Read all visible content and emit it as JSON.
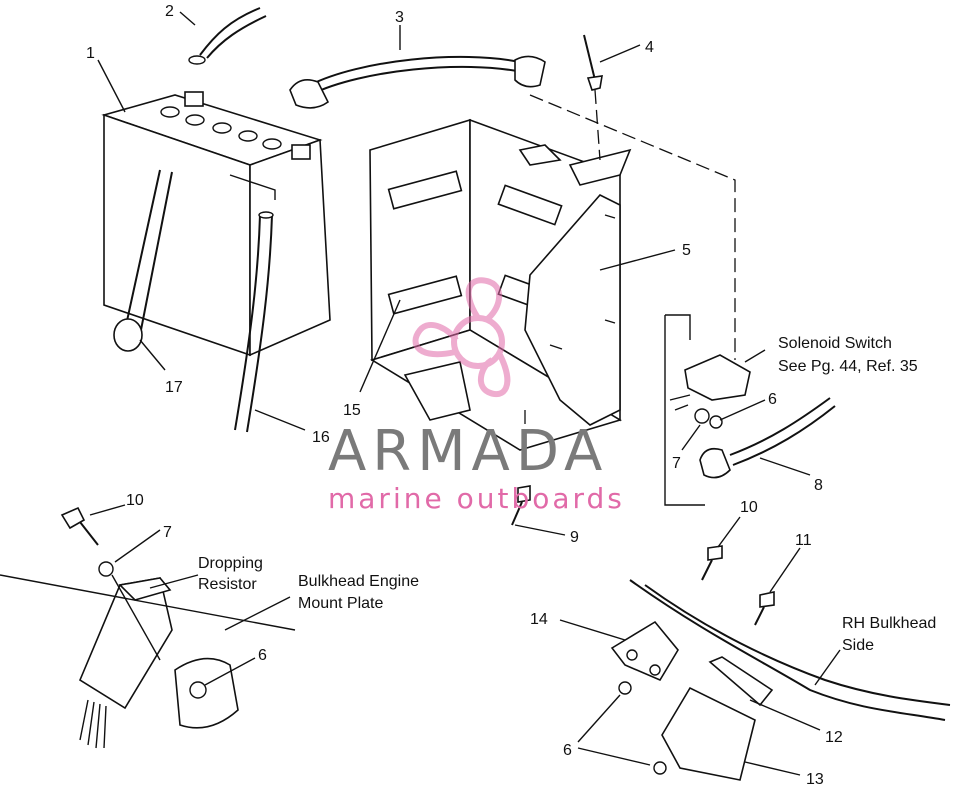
{
  "callouts": {
    "c1": "1",
    "c2": "2",
    "c3": "3",
    "c4": "4",
    "c5": "5",
    "c6a": "6",
    "c6b": "6",
    "c6c": "6",
    "c7a": "7",
    "c7b": "7",
    "c8": "8",
    "c9": "9",
    "c10a": "10",
    "c10b": "10",
    "c11": "11",
    "c12": "12",
    "c13": "13",
    "c14": "14",
    "c15": "15",
    "c16": "16",
    "c17": "17"
  },
  "notes": {
    "solenoid_line1": "Solenoid Switch",
    "solenoid_line2": "See Pg. 44, Ref. 35",
    "dropping_line1": "Dropping",
    "dropping_line2": "Resistor",
    "bulkhead_line1": "Bulkhead Engine",
    "bulkhead_line2": "Mount Plate",
    "rh_line1": "RH Bulkhead",
    "rh_line2": "Side"
  },
  "watermark": {
    "brand": "ARMADA",
    "tagline": "marine outboards",
    "color_primary": "#7a7a7a",
    "color_accent": "#e16aa8"
  }
}
